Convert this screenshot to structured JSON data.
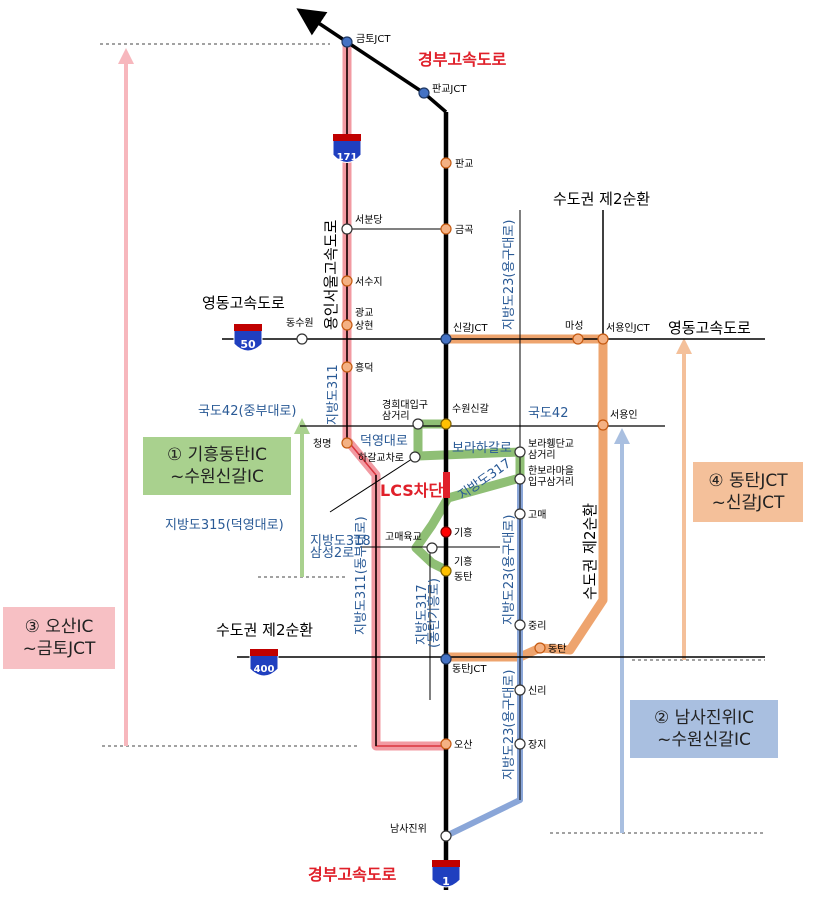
{
  "highway_main": {
    "top_label": "경부고속도로",
    "bottom_label": "경부고속도로",
    "shield": "1"
  },
  "highway_171": {
    "shield": "171",
    "vertical_label": "용인서울고속도로"
  },
  "youngdong": {
    "left_label": "영동고속도로",
    "right_label": "영동고속도로",
    "shield": "50"
  },
  "ring2": {
    "top_label": "수도권 제2순환",
    "left_label": "수도권 제2순환",
    "vertical_label": "수도권 제2순환",
    "shield": "400"
  },
  "roads": {
    "route42_left": "국도42(중부대로)",
    "route42_right": "국도42",
    "rt315": "지방도315(덕영대로)",
    "rt318_line1": "지방도318",
    "rt318_line2": "삼성2로",
    "rt311": "지방도311",
    "rt311_dongbu": "지방도311(동부대로)",
    "rt317_a": "지방도317",
    "rt317_b": "지방도317",
    "rt317_sub": "(동탄기흥로)",
    "rt23_top": "지방도23(용구대로)",
    "rt23_mid": "지방도23(용구대로)",
    "rt23_bot": "지방도23(용구대로)",
    "deokyeong": "덕영대로",
    "borahagal": "보라하갈로"
  },
  "nodes": {
    "geumto": "금토JCT",
    "pangyo_jct": "판교JCT",
    "pangyo": "판교",
    "geumgok": "금곡",
    "seobundang": "서분당",
    "seosuji": "서수지",
    "gwanggyo1": "광교",
    "gwanggyo2": "상현",
    "dongsuwon": "동수원",
    "heungdeok": "흥덕",
    "singal_jct": "신갈JCT",
    "maseong": "마성",
    "seoyongin_jct": "서용인JCT",
    "seoyongin": "서용인",
    "gyunghee1": "경희대입구",
    "gyunghee2": "삼거리",
    "suwon_singal": "수원신갈",
    "cheongmyeong": "청명",
    "hagal": "하갈교차로",
    "borahwe1": "보라휑단교",
    "borahwe2": "삼거리",
    "hanbora1": "한보라마을",
    "hanbora2": "입구삼거리",
    "gomae_right": "고매",
    "giheung": "기흥",
    "gomae_ugyo": "고매육교",
    "giheung_dongtan1": "기흥",
    "giheung_dongtan2": "동탄",
    "jungri": "중리",
    "dongtan": "동탄",
    "dongtan_jct": "동탄JCT",
    "sinri": "신리",
    "osan": "오산",
    "jangji": "장지",
    "namsajinwi": "남사진위"
  },
  "lcs_label": "LCS차단",
  "boxes": {
    "box1": {
      "line1": "① 기흥동탄IC",
      "line2": "~수원신갈IC",
      "color": "#a9d18e"
    },
    "box2": {
      "line1": "② 남사진위IC",
      "line2": "~수원신갈IC",
      "color": "#a9bfe0"
    },
    "box3": {
      "line1": "③ 오산IC",
      "line2": "~금토JCT",
      "color": "#f7c0c4"
    },
    "box4": {
      "line1": "④ 동탄JCT",
      "line2": "~신갈JCT",
      "color": "#f4c09a"
    }
  },
  "colors": {
    "pink": "#f29aa2",
    "green": "#8fbf75",
    "blue": "#8aa6d8",
    "orange": "#eea46e",
    "red_text": "#e0202a",
    "road_text": "#2a5a96"
  }
}
